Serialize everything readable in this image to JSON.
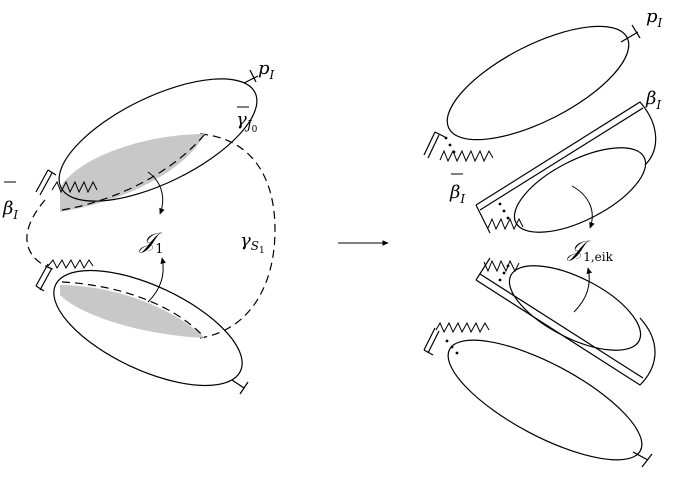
{
  "labels": {
    "p_I_left": {
      "main": "p",
      "sub": "I"
    },
    "gamma_bar_J0": {
      "main": "γ",
      "sub": "J",
      "subsub": "0"
    },
    "beta_bar_I_left": {
      "main": "β",
      "sub": "I"
    },
    "J1": {
      "main": "𝒥",
      "sub": "1"
    },
    "gamma_S1": {
      "main": "γ",
      "sub": "S",
      "subsub": "1"
    },
    "p_I_right": {
      "main": "p",
      "sub": "I"
    },
    "beta_I_right": {
      "main": "β",
      "sub": "I"
    },
    "beta_bar_I_right": {
      "main": "β",
      "sub": "I"
    },
    "J1_eik": {
      "main": "𝒥",
      "sub": "1,eik"
    }
  }
}
